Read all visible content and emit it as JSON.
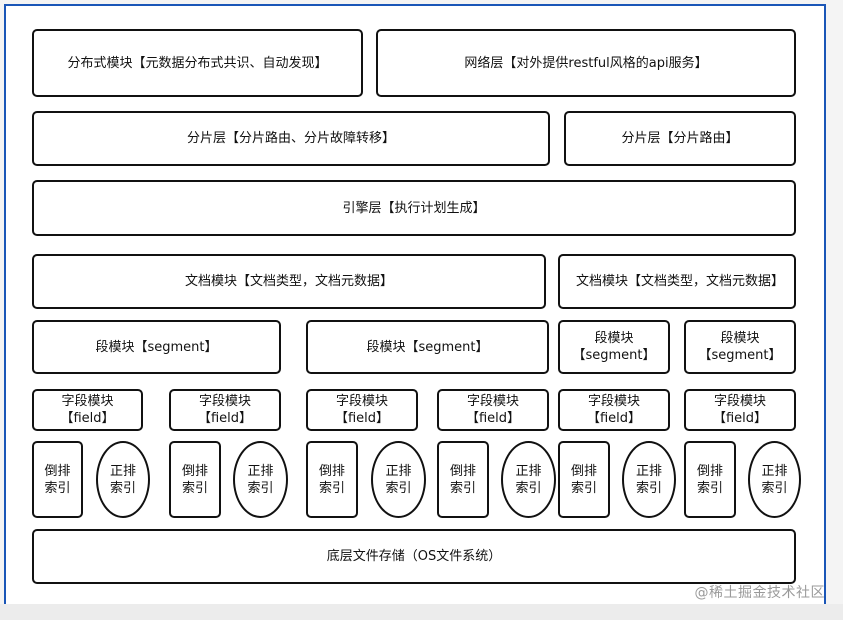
{
  "layers": {
    "distributed": "分布式模块【元数据分布式共识、自动发现】",
    "network": "网络层【对外提供restful风格的api服务】",
    "shard_left": "分片层【分片路由、分片故障转移】",
    "shard_right": "分片层【分片路由】",
    "engine": "引擎层【执行计划生成】",
    "doc_left": "文档模块【文档类型，文档元数据】",
    "doc_right": "文档模块【文档类型，文档元数据】",
    "segment": "段模块【segment】",
    "field": "字段模块【field】",
    "inverted_index": "倒排索引",
    "forward_index": "正排索引",
    "storage": "底层文件存储（OS文件系统）"
  },
  "watermark": "@稀土掘金技术社区"
}
